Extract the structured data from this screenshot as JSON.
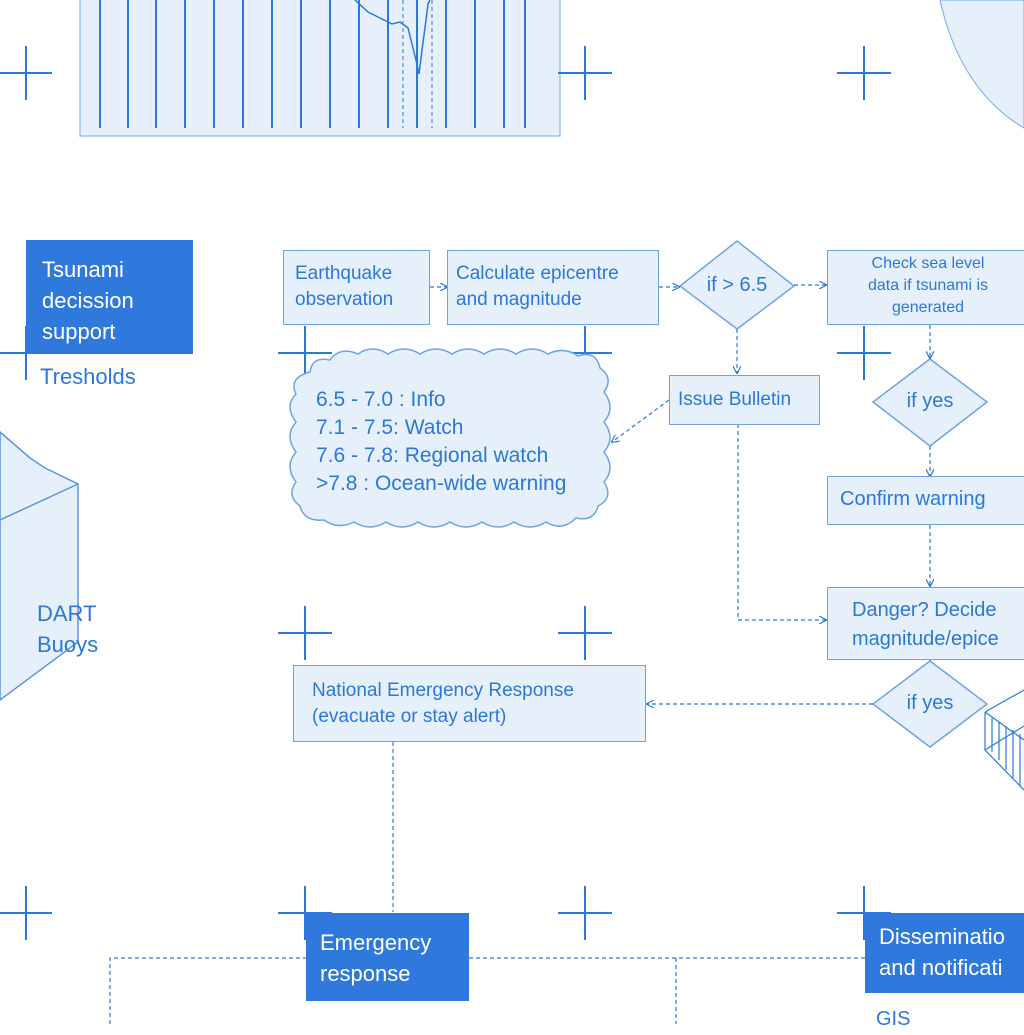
{
  "panel_title": [
    "Tsunami",
    "decission",
    "support"
  ],
  "tresholds_label": "Tresholds",
  "dart_label": [
    "DART",
    "Buoys"
  ],
  "nodes": {
    "earthquake_observation": [
      "Earthquake",
      "observation"
    ],
    "calculate_epicentre": [
      "Calculate epicentre",
      "and magnitude"
    ],
    "check_sea_level": [
      "Check sea level",
      "data if tsunami is",
      "generated"
    ],
    "issue_bulletin": "Issue Bulletin",
    "confirm_warning": "Confirm warning",
    "danger_decide": [
      "Danger? Decide",
      "magnitude/epice"
    ],
    "national_emergency": [
      "National Emergency Response",
      "(evacuate or stay alert)"
    ]
  },
  "decisions": {
    "magnitude_check": "if > 6.5",
    "if_yes_1": "if yes",
    "if_yes_2": "if yes"
  },
  "thresholds": [
    "6.5 - 7.0 : Info",
    "7.1 - 7.5: Watch",
    "7.6 - 7.8: Regional watch",
    ">7.8 : Ocean-wide warning"
  ],
  "bottom_panels": {
    "emergency_response": [
      "Emergency",
      "response"
    ],
    "dissemination": [
      "Disseminatio",
      "and notificati"
    ],
    "gis": "GIS"
  },
  "colors": {
    "accent": "#2f79dc",
    "line": "#2c78d8",
    "fill": "#e6f0fa"
  }
}
